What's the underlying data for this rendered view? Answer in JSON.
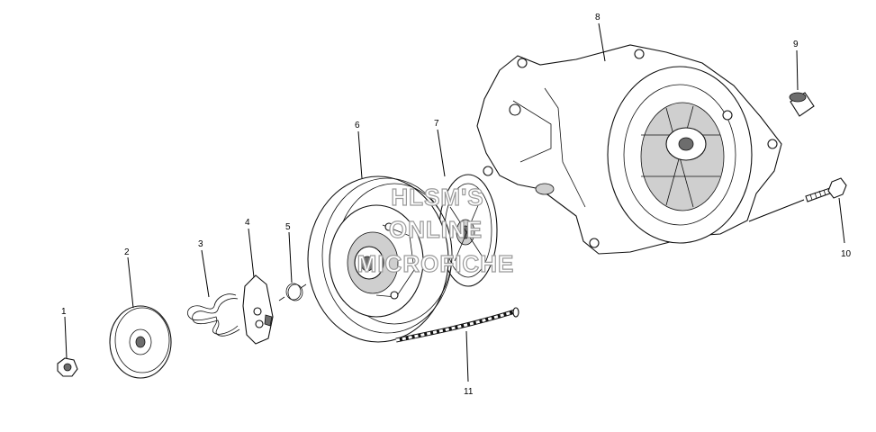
{
  "callouts": [
    "1",
    "2",
    "3",
    "4",
    "5",
    "6",
    "7",
    "8",
    "9",
    "10",
    "11"
  ],
  "watermark": {
    "line1": "HLSM'S",
    "line2": "ONLINE",
    "line3": "MICROFICHE"
  }
}
